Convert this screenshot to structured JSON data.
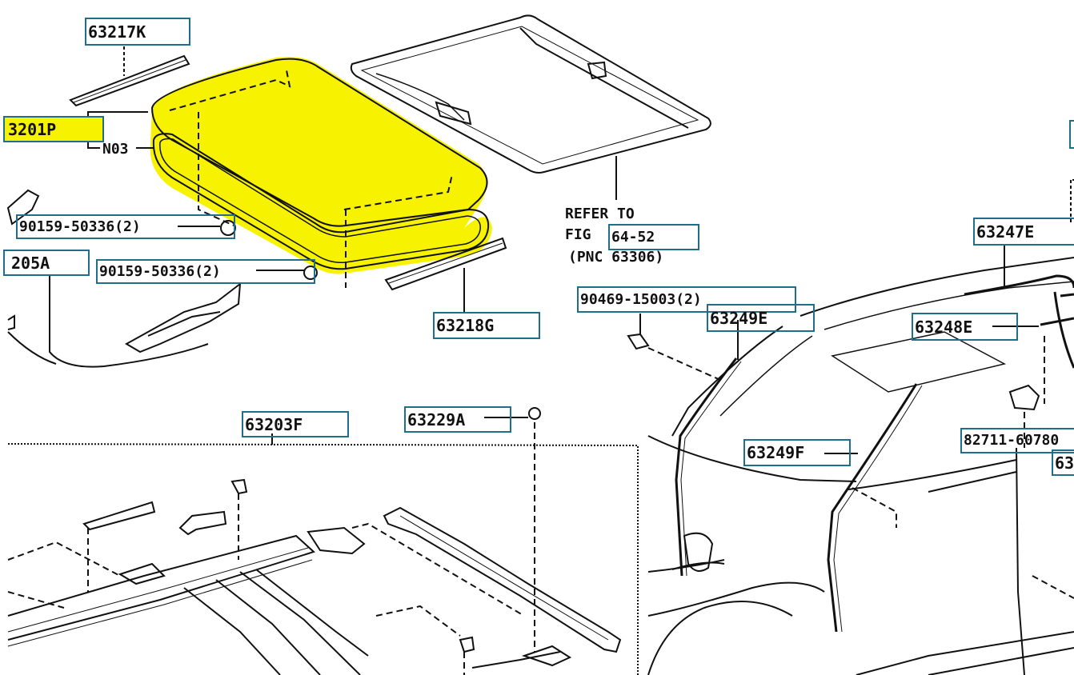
{
  "colors": {
    "highlight": "#f6f200",
    "callout_border": "#1f6f8b",
    "line": "#111111"
  },
  "callouts": {
    "p63217K": "63217K",
    "p63201P": "3201P",
    "p90159_a": "90159-50336(2)",
    "p205A": "205A",
    "p90159_b": "90159-50336(2)",
    "p64_52": "64-52",
    "p63218G": "63218G",
    "p90469": "90469-15003(2)",
    "p63249E": "63249E",
    "p63247E": "63247E",
    "p63248E": "63248E",
    "p63203F": "63203F",
    "p63229A": "63229A",
    "p63249F": "63249F",
    "p82711": "82711-60780",
    "p63_partial": "63"
  },
  "labels": {
    "n03": "N03",
    "refer_line1": "REFER TO",
    "refer_line2": "FIG",
    "refer_line3": "(PNC 63306)"
  }
}
